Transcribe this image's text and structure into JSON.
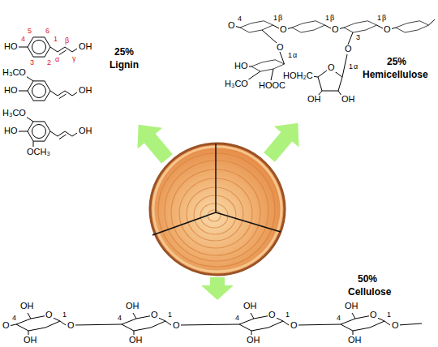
{
  "diagram": {
    "labels": [
      "25%",
      "Lignin",
      "25%",
      "Hemicellulose",
      "50%",
      "Cellulose",
      "HO",
      "1",
      "2",
      "3",
      "4",
      "5",
      "6",
      "α",
      "β",
      "γ",
      "OH",
      "H₃CO",
      "HO",
      "OH",
      "H₃CO",
      "HO",
      "OCH₃",
      "OH",
      "O",
      "4",
      "1",
      "β",
      "O",
      "1",
      "β",
      "O",
      "3",
      "1",
      "β",
      "O",
      "O",
      "1",
      "α",
      "HO",
      "H₃CO",
      "HOOC",
      "O",
      "O",
      "1",
      "α",
      "OH",
      "OH",
      "HOH₂C",
      "O",
      "4",
      "OH",
      "O",
      "1",
      "OH",
      "O",
      "4",
      "OH",
      "O",
      "1",
      "OH",
      "O",
      "4",
      "OH",
      "O",
      "1",
      "OH",
      "O",
      "4",
      "OH",
      "O",
      "1",
      "OH",
      "O"
    ]
  }
}
